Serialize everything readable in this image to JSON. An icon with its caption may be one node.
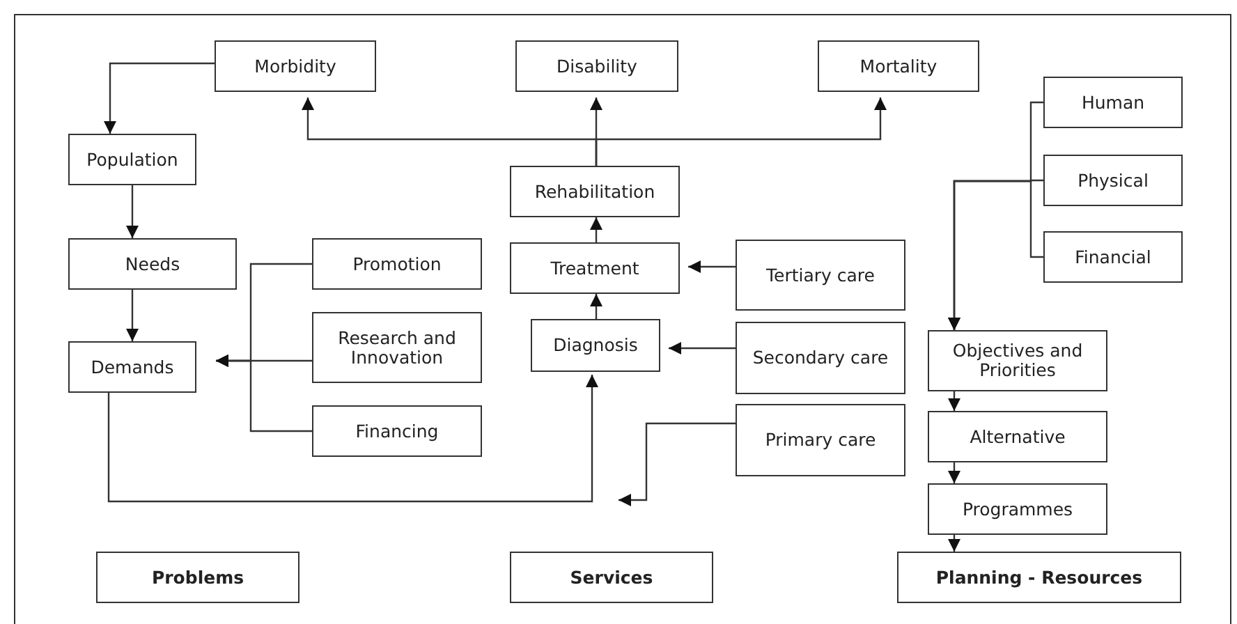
{
  "diagram": {
    "nodes": [
      {
        "text": [
          "Morbidity"
        ]
      },
      {
        "text": [
          "Disability"
        ]
      },
      {
        "text": [
          "Mortality"
        ]
      },
      {
        "text": [
          "Population"
        ]
      },
      {
        "text": [
          "Needs"
        ]
      },
      {
        "text": [
          "Demands"
        ]
      },
      {
        "text": [
          "Promotion"
        ]
      },
      {
        "text": [
          "Research and Innovation"
        ]
      },
      {
        "text": [
          "Financing"
        ]
      },
      {
        "text": [
          "Rehabilitation"
        ]
      },
      {
        "text": [
          "Treatment"
        ]
      },
      {
        "text": [
          "Diagnosis"
        ]
      },
      {
        "text": [
          "Tertiary care"
        ]
      },
      {
        "text": [
          "Secondary care"
        ]
      },
      {
        "text": [
          "Primary care"
        ]
      },
      {
        "text": [
          "Human"
        ]
      },
      {
        "text": [
          "Physical"
        ]
      },
      {
        "text": [
          "Financial"
        ]
      },
      {
        "text": [
          "Objectives and Priorities"
        ]
      },
      {
        "text": [
          "Alternative"
        ]
      },
      {
        "text": [
          "Programmes"
        ]
      },
      {
        "text": [
          "Problems"
        ]
      },
      {
        "text": [
          "Services"
        ]
      },
      {
        "text": [
          "Planning - Resources"
        ]
      }
    ],
    "edges": [
      {
        "from": 0,
        "to": 3,
        "arrow": "to"
      },
      {
        "from": 3,
        "to": 4,
        "arrow": "to"
      },
      {
        "from": 4,
        "to": 5,
        "arrow": "to"
      },
      {
        "from": 9,
        "to": 0,
        "arrow": "to"
      },
      {
        "from": 9,
        "to": 1,
        "arrow": "to"
      },
      {
        "from": 9,
        "to": 2,
        "arrow": "to"
      },
      {
        "from": 10,
        "to": 9,
        "arrow": "to"
      },
      {
        "from": 11,
        "to": 10,
        "arrow": "to"
      },
      {
        "from": 12,
        "to": 10,
        "arrow": "to"
      },
      {
        "from": 13,
        "to": 11,
        "arrow": "to"
      },
      {
        "from": 14,
        "to": null,
        "arrow": "to"
      },
      {
        "from": 5,
        "to": 11,
        "arrow": "to"
      },
      {
        "from": 6,
        "to": 5,
        "arrow": "to"
      },
      {
        "from": 7,
        "to": 5,
        "arrow": "to"
      },
      {
        "from": 8,
        "to": 5,
        "arrow": "to"
      },
      {
        "from": 15,
        "to": 18,
        "arrow": "to"
      },
      {
        "from": 16,
        "to": 18,
        "arrow": "to"
      },
      {
        "from": 17,
        "to": 18,
        "arrow": "to"
      },
      {
        "from": 18,
        "to": 19,
        "arrow": "to"
      },
      {
        "from": 19,
        "to": 20,
        "arrow": "to"
      },
      {
        "from": 20,
        "to": 23,
        "arrow": "to"
      }
    ]
  }
}
